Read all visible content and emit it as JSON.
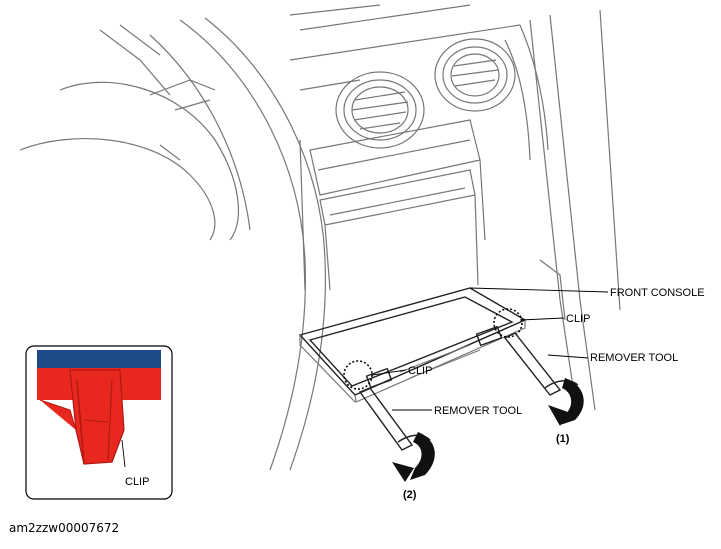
{
  "labels": {
    "front_console": "FRONT CONSOLE",
    "clip_upper": "CLIP",
    "remover_tool_right": "REMOVER TOOL",
    "clip_lower": "CLIP",
    "remover_tool_left": "REMOVER TOOL",
    "step_1": "(1)",
    "step_2": "(2)",
    "inset_clip": "CLIP"
  },
  "caption": "am2zzw00007672",
  "colors": {
    "inset_red": "#e8281e",
    "inset_blue": "#1f4a8a",
    "inset_dark_red": "#b01812"
  }
}
